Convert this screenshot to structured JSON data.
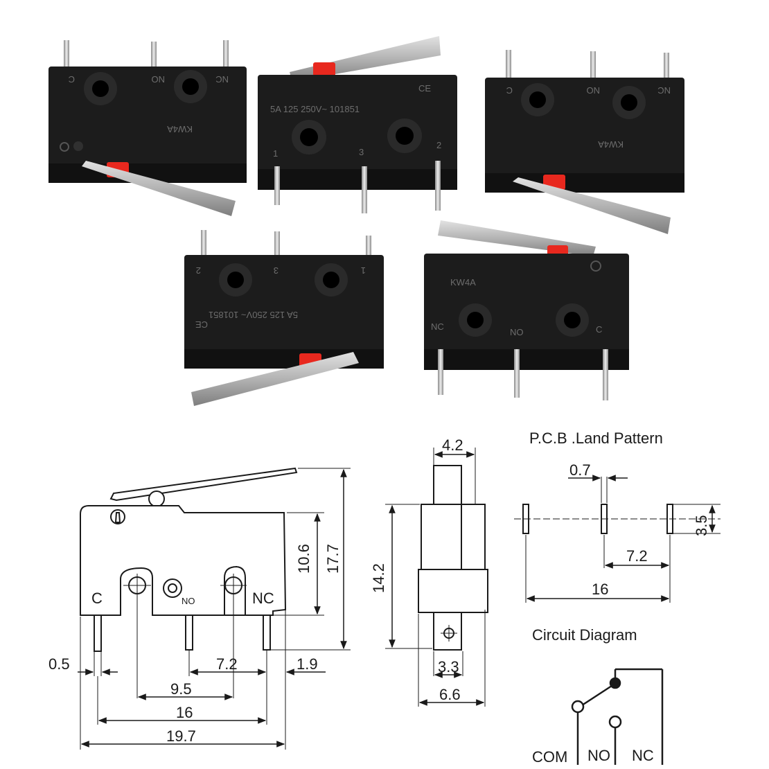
{
  "product": {
    "switches": [
      {
        "id": "switch-1",
        "markings": [
          "C",
          "NO",
          "NC",
          "KW4A"
        ]
      },
      {
        "id": "switch-2",
        "markings": [
          "5A 125 250V~ 101851",
          "CE",
          "1",
          "3",
          "2"
        ]
      },
      {
        "id": "switch-3",
        "markings": [
          "C",
          "NO",
          "NC",
          "KW4A"
        ]
      },
      {
        "id": "switch-4",
        "markings": [
          "2",
          "3",
          "1",
          "5A 125 250V~ 101851",
          "CE"
        ]
      },
      {
        "id": "switch-5",
        "markings": [
          "KW4A",
          "NC",
          "NO",
          "C"
        ]
      }
    ]
  },
  "side_view": {
    "labels": {
      "c": "C",
      "no": "NO",
      "nc": "NC"
    },
    "dims": {
      "height_body": "10.6",
      "height_total": "17.7",
      "pin_width": "0.5",
      "pitch_short": "7.2",
      "edge_offset": "1.9",
      "hole_pitch": "9.5",
      "pin_span": "16",
      "body_length": "19.7"
    }
  },
  "front_view": {
    "dims": {
      "actuator_width": "4.2",
      "height": "14.2",
      "terminal_width": "3.3",
      "body_width": "6.6"
    }
  },
  "pcb": {
    "title": "P.C.B .Land  Pattern",
    "dims": {
      "slot_width": "0.7",
      "slot_height": "3.5",
      "pitch": "7.2",
      "span": "16"
    }
  },
  "circuit": {
    "title": "Circuit  Diagram",
    "labels": {
      "com": "COM",
      "no": "NO",
      "nc": "NC"
    }
  },
  "colors": {
    "body": "#1c1c1c",
    "lever": "#a8a8a8",
    "button": "#e8281e",
    "line": "#1a1a1a"
  }
}
